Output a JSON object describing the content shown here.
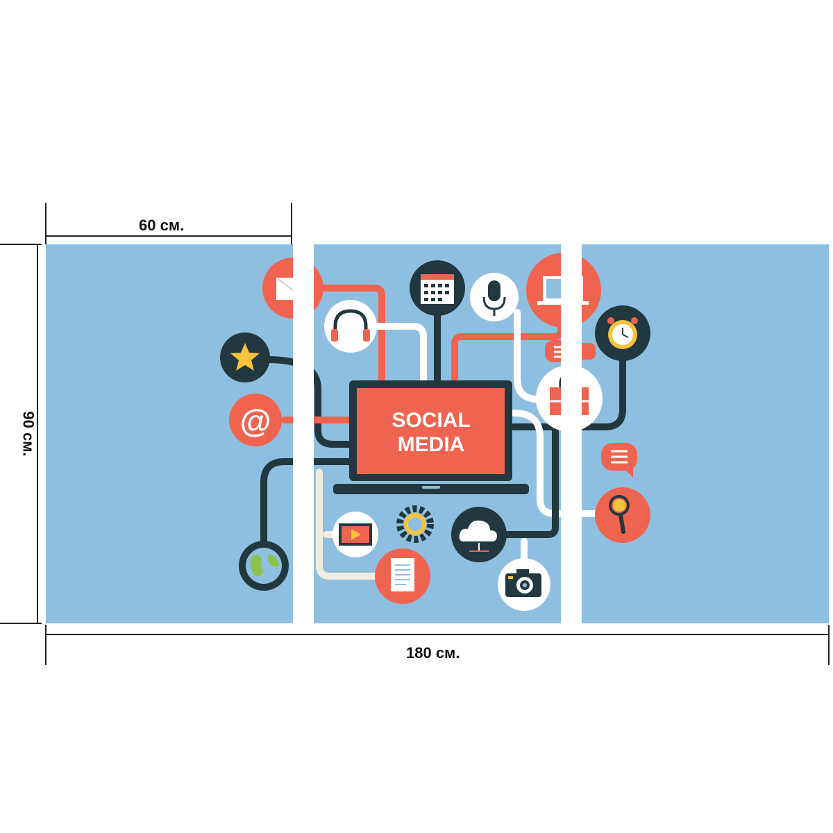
{
  "dimensions": {
    "panel_width": "60 см.",
    "total_width": "180 см.",
    "height": "90 см."
  },
  "artwork": {
    "screen_line1": "SOCIAL",
    "screen_line2": "MEDIA",
    "icons": [
      "mail-icon",
      "headphones-icon",
      "calendar-icon",
      "microphone-icon",
      "laptop-icon",
      "alarm-clock-icon",
      "star-icon",
      "at-sign-icon",
      "chat-bubble-icon",
      "shopping-bag-icon",
      "magnifier-icon",
      "globe-icon",
      "video-icon",
      "gear-icon",
      "cloud-icon",
      "document-icon",
      "camera-icon"
    ]
  },
  "colors": {
    "background": "#8fbfe0",
    "dark": "#22383f",
    "coral": "#ef6450",
    "white": "#ffffff",
    "cream": "#f1eee0"
  }
}
